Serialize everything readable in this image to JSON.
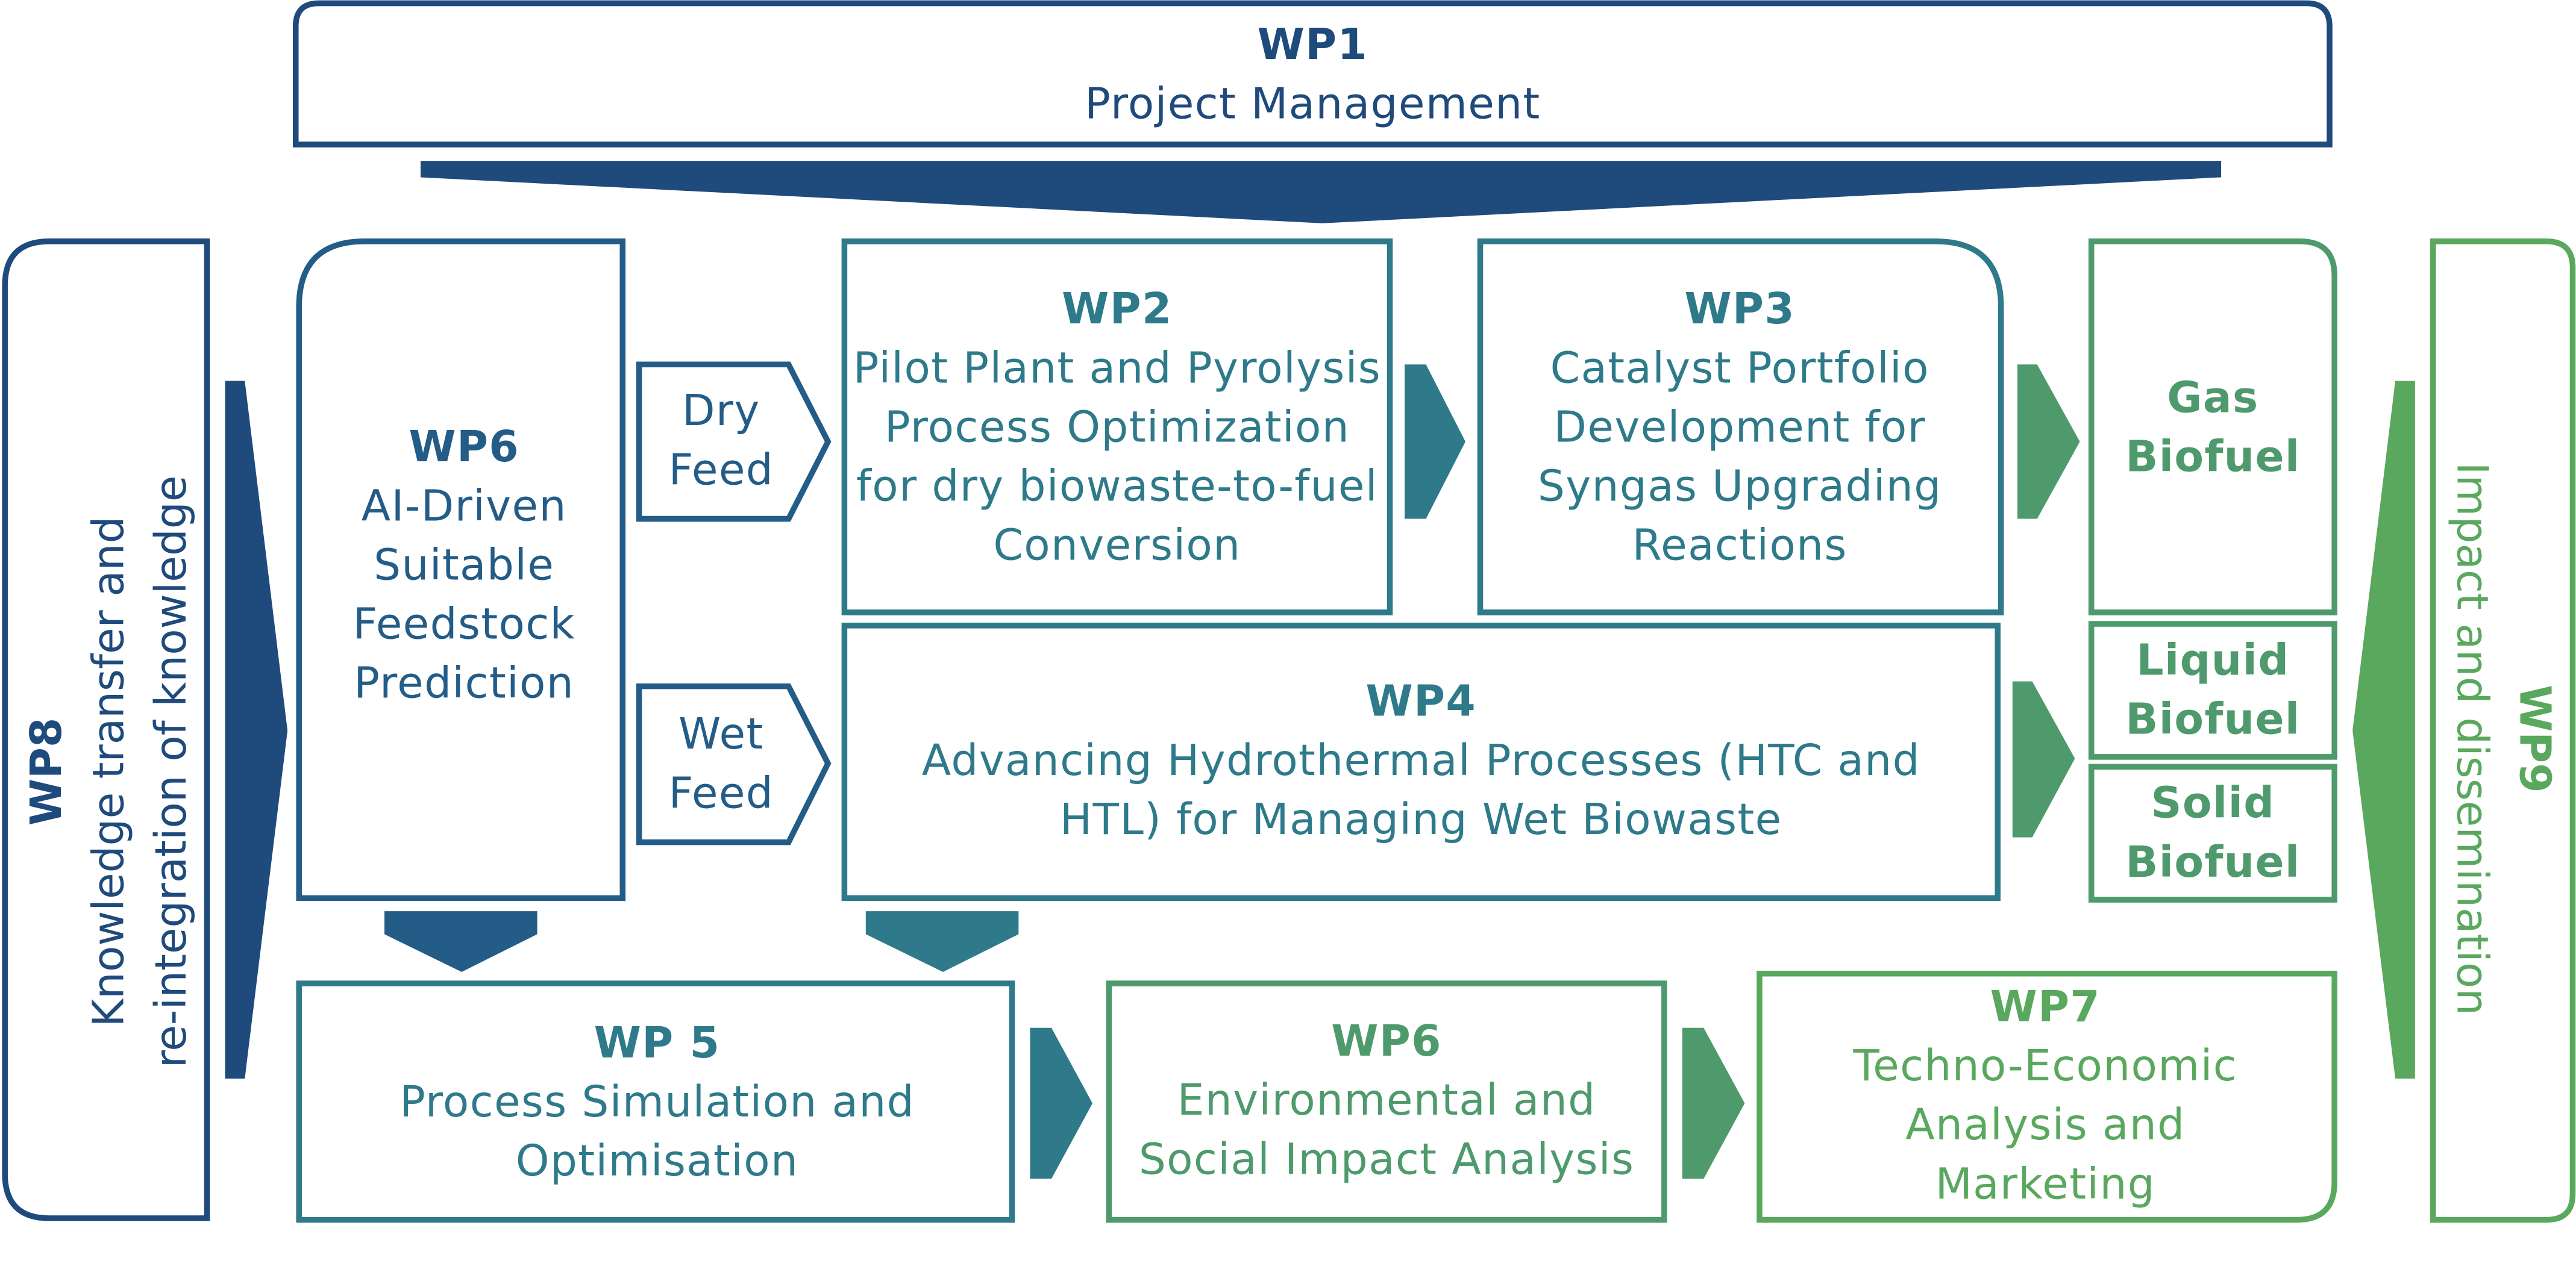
{
  "colors": {
    "dark_blue": "#1f4a7c",
    "blue": "#245c88",
    "teal": "#2e7a8a",
    "green": "#4e9a6c",
    "light_green": "#5aa75e"
  },
  "wp1": {
    "title": "WP1",
    "label": "Project Management"
  },
  "wp8": {
    "title": "WP8",
    "line1": "Knowledge transfer and",
    "line2": "re-integration of knowledge"
  },
  "wp6a": {
    "title": "WP6",
    "label": "AI-Driven Suitable Feedstock Prediction"
  },
  "dry_feed": {
    "line1": "Dry",
    "line2": "Feed"
  },
  "wet_feed": {
    "line1": "Wet",
    "line2": "Feed"
  },
  "wp2": {
    "title": "WP2",
    "label": "Pilot Plant and Pyrolysis Process Optimization for dry biowaste-to-fuel Conversion"
  },
  "wp3": {
    "title": "WP3",
    "label": "Catalyst Portfolio Development for Syngas Upgrading Reactions"
  },
  "wp4": {
    "title": "WP4",
    "label": "Advancing Hydrothermal Processes (HTC and HTL) for Managing Wet Biowaste"
  },
  "outputs": {
    "gas": "Gas Biofuel",
    "liquid": "Liquid Biofuel",
    "solid": "Solid Biofuel"
  },
  "wp5": {
    "title": "WP 5",
    "label": "Process Simulation and Optimisation"
  },
  "wp6b": {
    "title": "WP6",
    "label": "Environmental and Social Impact Analysis"
  },
  "wp7": {
    "title": "WP7",
    "label": "Techno-Economic Analysis and Marketing"
  },
  "wp9": {
    "title": "WP9",
    "label": "Impact and dissemination"
  }
}
